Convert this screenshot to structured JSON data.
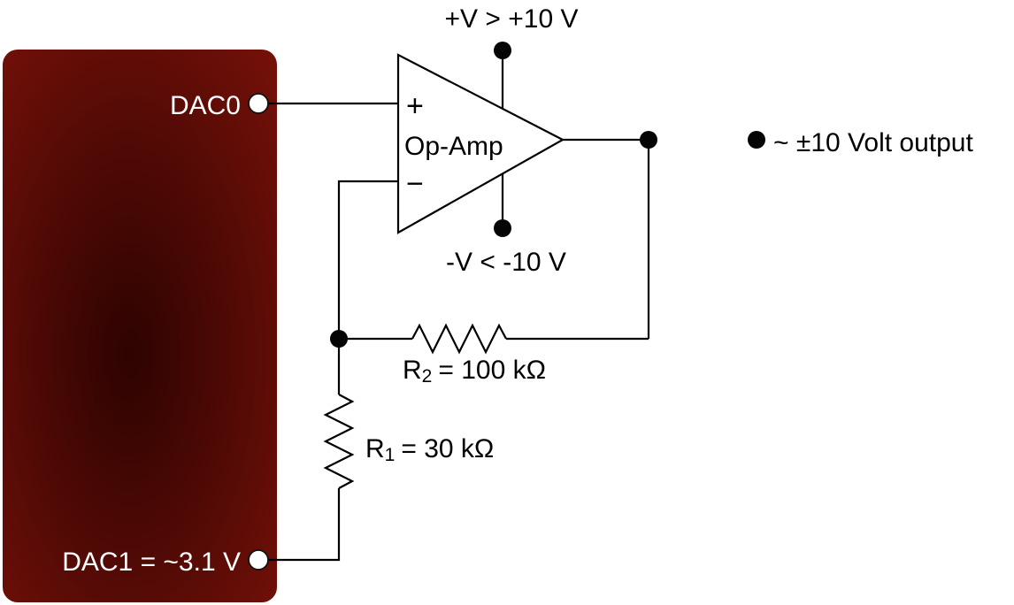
{
  "colors": {
    "background": "#ffffff",
    "board_edge": "#771109",
    "board_center": "#2d0301",
    "wire": "#000000",
    "board_text": "#ffffff",
    "diagram_text": "#000000"
  },
  "board": {
    "dac0_label": "DAC0",
    "dac1_label": "DAC1 = ~3.1 V"
  },
  "opamp": {
    "label": "Op-Amp",
    "plus_input": "+",
    "minus_input": "−",
    "positive_supply": "+V > +10 V",
    "negative_supply": "-V < -10 V"
  },
  "resistors": {
    "r2": {
      "prefix": "R",
      "sub": "2",
      "rest": "= 100 kΩ"
    },
    "r1": {
      "prefix": "R",
      "sub": "1",
      "rest": "= 30 kΩ"
    }
  },
  "output": {
    "label": "~ ±10 Volt output"
  }
}
